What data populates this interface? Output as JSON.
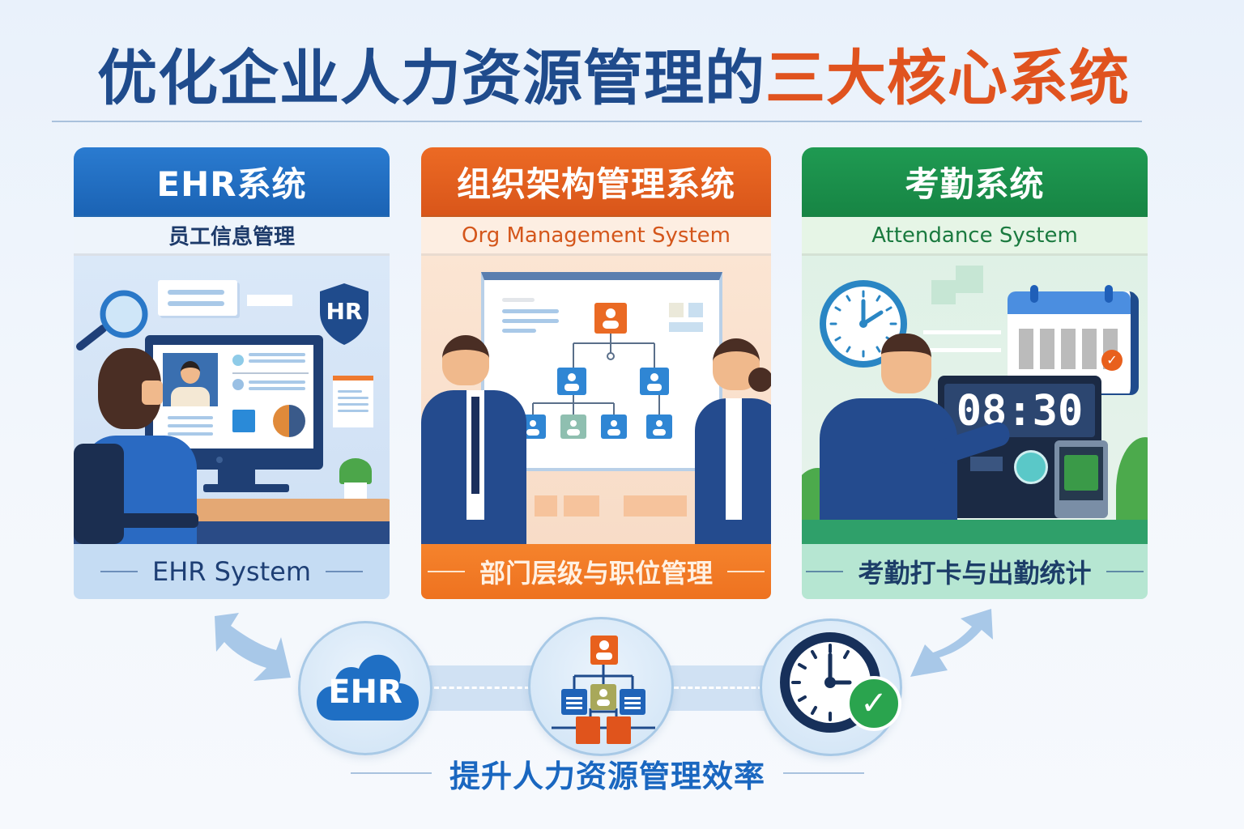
{
  "title": {
    "part1": "优化企业人力资源管理的",
    "part2": "三大核心系统",
    "color_part1": "#1f4b8c",
    "color_part2": "#e0531f"
  },
  "panels": [
    {
      "id": "ehr",
      "header": "EHR系统",
      "subtitle": "员工信息管理",
      "footer": "EHR System",
      "accent": "#1b63b4",
      "illustration": {
        "shield_text": "HR",
        "icons": [
          "magnifier-icon",
          "shield-icon",
          "monitor-icon",
          "profile-card-icon",
          "document-icon",
          "plant-icon"
        ]
      }
    },
    {
      "id": "org",
      "header": "组织架构管理系统",
      "subtitle": "Org Management System",
      "footer": "部门层级与职位管理",
      "accent": "#ec6a24",
      "illustration": {
        "icons": [
          "org-chart-icon",
          "presentation-board-icon"
        ]
      }
    },
    {
      "id": "attendance",
      "header": "考勤系统",
      "subtitle": "Attendance System",
      "footer": "考勤打卡与出勤统计",
      "accent": "#1f9a52",
      "illustration": {
        "clock_display": "08:30",
        "icons": [
          "wall-clock-icon",
          "calendar-icon",
          "check-icon",
          "time-clock-terminal-icon",
          "tablet-icon"
        ]
      }
    }
  ],
  "bottom": {
    "nodes": [
      {
        "name": "ehr-cloud",
        "label": "EHR"
      },
      {
        "name": "org-chart",
        "label": ""
      },
      {
        "name": "clock-check",
        "label": ""
      }
    ],
    "tagline": "提升人力资源管理效率",
    "tagline_color": "#1a67c0"
  }
}
